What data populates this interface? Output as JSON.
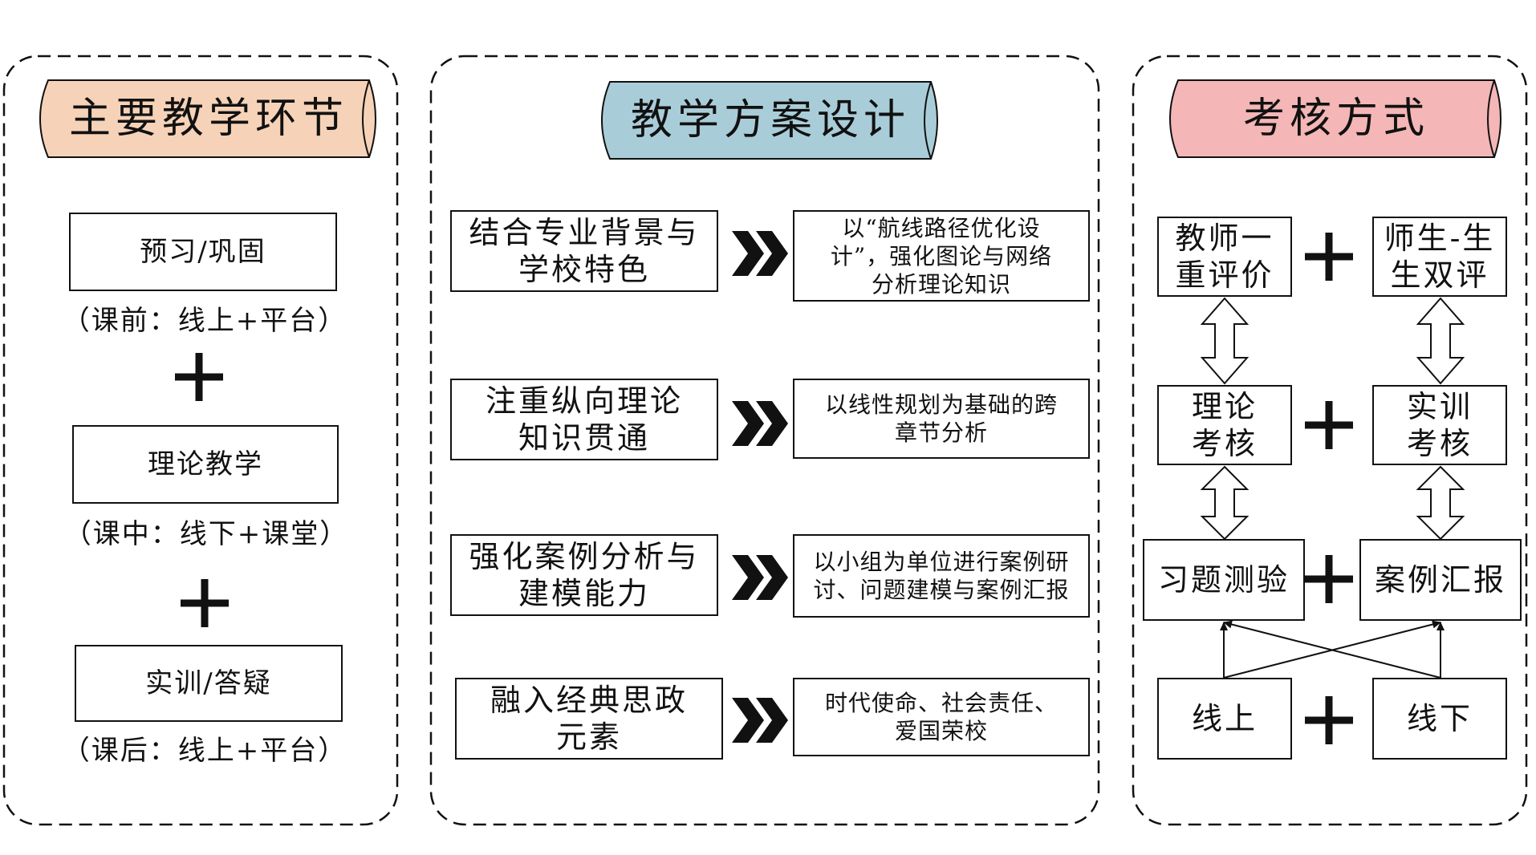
{
  "panels": {
    "main_steps": {
      "title": "主要教学环节",
      "title_color": "#f6d3b8",
      "steps": [
        {
          "label": "预习/巩固",
          "sub": "（课前：线上+平台）"
        },
        {
          "label": "理论教学",
          "sub": "（课中：线下+课堂）"
        },
        {
          "label": "实训/答疑",
          "sub": "（课后：线上+平台）"
        }
      ],
      "plus": "+"
    },
    "design": {
      "title": "教学方案设计",
      "title_color": "#a9cdd8",
      "rows": [
        {
          "left_lines": [
            "结合专业背景与",
            "学校特色"
          ],
          "right_lines": [
            "以“航线路径优化设",
            "计”，强化图论与网络",
            "分析理论知识"
          ]
        },
        {
          "left_lines": [
            "注重纵向理论",
            "知识贯通"
          ],
          "right_lines": [
            "以线性规划为基础的跨",
            "章节分析"
          ]
        },
        {
          "left_lines": [
            "强化案例分析与",
            "建模能力"
          ],
          "right_lines": [
            "以小组为单位进行案例研",
            "讨、问题建模与案例汇报"
          ]
        },
        {
          "left_lines": [
            "融入经典思政",
            "元素"
          ],
          "right_lines": [
            "时代使命、社会责任、",
            "爱国荣校"
          ]
        }
      ],
      "arrow": "»"
    },
    "assessment": {
      "title": "考核方式",
      "title_color": "#f4b6b6",
      "row1": {
        "left_lines": [
          "教师一",
          "重评价"
        ],
        "right_lines": [
          "师生-生",
          "生双评"
        ]
      },
      "row2": {
        "left_lines": [
          "理论",
          "考核"
        ],
        "right_lines": [
          "实训",
          "考核"
        ]
      },
      "row3": {
        "left": "习题测验",
        "right": "案例汇报"
      },
      "row4": {
        "left": "线上",
        "right": "线下"
      },
      "plus": "+"
    }
  }
}
